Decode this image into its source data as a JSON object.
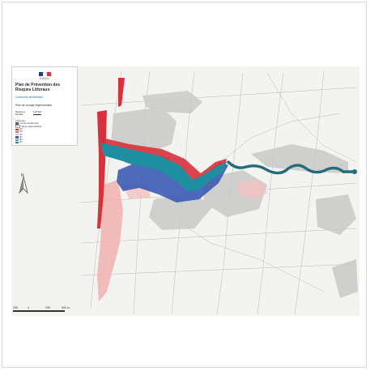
{
  "legend": {
    "org_caption": "Préfecture",
    "title": "Plan de Prévention des Risques Littoraux",
    "commune": "Commune de Mimizan",
    "plan_label": "Plan de zonage réglementaire",
    "scale_label": "Réalisé le : Échelle",
    "scale_value": "1/25 000",
    "legend_heading": "Légende",
    "items": [
      {
        "label": "Contour de Mimizan",
        "color": "#3a5fa0"
      },
      {
        "label": "Zones réglementaires",
        "color": "#ffffff"
      },
      {
        "label": "R1",
        "color": "#d9303a"
      },
      {
        "label": "R2",
        "color": "#e86a6a"
      },
      {
        "label": "Rn",
        "color": "#f2b8b8"
      },
      {
        "label": "B1",
        "color": "#3b5bb5"
      },
      {
        "label": "B2",
        "color": "#5b8fd6"
      },
      {
        "label": "Bv",
        "color": "#1e8fa0"
      }
    ]
  },
  "north_label": "N",
  "scalebar": {
    "labels": [
      "250",
      "0",
      "250",
      "500 m"
    ]
  },
  "colors": {
    "red_zone": "#d9303a",
    "pink_zone": "#f0b0b0",
    "blue_zone": "#3b5bb5",
    "teal_zone": "#1e8fa0",
    "water_outline": "#236c78",
    "urban": "#c8c8c8",
    "background": "#f3f3f0"
  }
}
